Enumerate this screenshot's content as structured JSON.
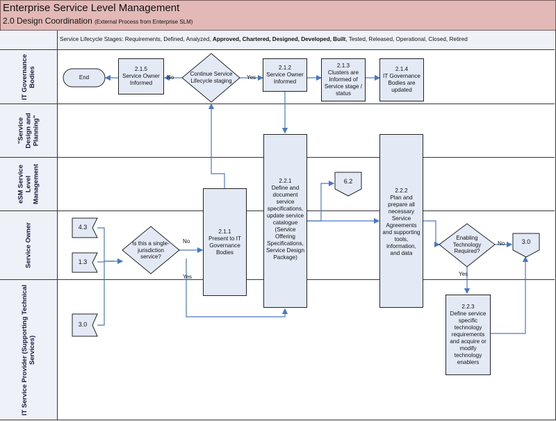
{
  "header": {
    "title": "Enterprise Service Level Management",
    "subtitle": "2.0 Design Coordination",
    "subtitle_note": "(External Process from  Enterprise SLM)"
  },
  "stages_bar": {
    "prefix": "Service Lifecycle Stages: Requirements, Defined, Analyzed, ",
    "bold": "Approved, Chartered, Designed, Developed, Built",
    "suffix": ", Tested, Released, Operational, Closed, Retired"
  },
  "lanes": [
    "IT Governance Bodies",
    "\"Service Design and Planning\"",
    "eSM Service Level Management",
    "Service Owner",
    "IT Service Provider (Supporting Technical Services)"
  ],
  "nodes": {
    "end": "End",
    "n215": "2.1.5\nService Owner\nInformed",
    "continue": "Continue Service\nLifecycle staging",
    "n212": "2.1.2\nService Owner\nInformed",
    "n213": "2.1.3\nClusters are\nInformed of\nService stage /\nstatus",
    "n214": "2.1.4\nIT Governance\nBodies are\nupdated",
    "n211": "2.1.1\nPresent to IT\nGovernance\nBodies",
    "n221": "2.2.1\nDefine and\ndocument\nservice\nspecifications,\nupdate service\ncatalogue\n(Service\nOffering\nSpecifications,\nService Design\nPackage)",
    "n222": "2.2.2\nPlan and\nprepare all\nnecessary\nService\nAgreements\nand supporting\ntools,\ninformation,\nand data",
    "n223": "2.2.3\nDefine service\nspecific\ntechnology\nrequirements\nand acquire or\nmodify\ntechnology\nenablers",
    "single": "Is this a single-\njurisdiction\nservice?",
    "enabling": "Enabling\nTechnology\nRequired?",
    "ref62": "6.2",
    "ref30a": "3.0",
    "ref43": "4.3",
    "ref13": "1.3",
    "ref30b": "3.0"
  },
  "edge_labels": {
    "no1": "No",
    "yes1": "Yes",
    "no2": "No",
    "yes2": "Yes",
    "no3": "No",
    "yes3": "Yes"
  },
  "colors": {
    "header_bg": "#e2b9b7",
    "box_fill": "#e3e9f5",
    "lane_label_bg": "#eef1f8",
    "connector": "#4a78c0"
  }
}
